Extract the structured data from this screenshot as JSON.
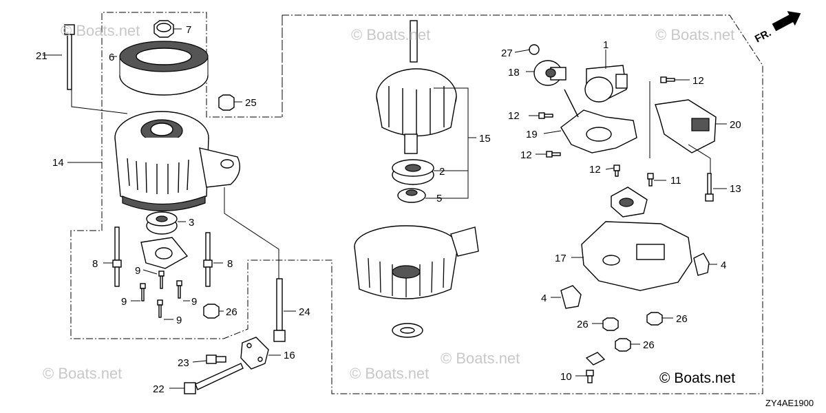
{
  "watermarks": [
    "© Boats.net",
    "© Boats.net",
    "© Boats.net",
    "© Boats.net",
    "© Boats.net",
    "© Boats.net"
  ],
  "corner_mark": "© Boats.net",
  "diagram_code": "ZY4AE1900",
  "direction_label": "FR.",
  "callouts": [
    "1",
    "2",
    "3",
    "4",
    "4",
    "5",
    "7",
    "6",
    "8",
    "8",
    "9",
    "9",
    "9",
    "9",
    "10",
    "11",
    "12",
    "12",
    "12",
    "12",
    "13",
    "14",
    "15",
    "16",
    "17",
    "18",
    "19",
    "20",
    "21",
    "22",
    "23",
    "24",
    "25",
    "26",
    "26",
    "26",
    "26",
    "27"
  ]
}
